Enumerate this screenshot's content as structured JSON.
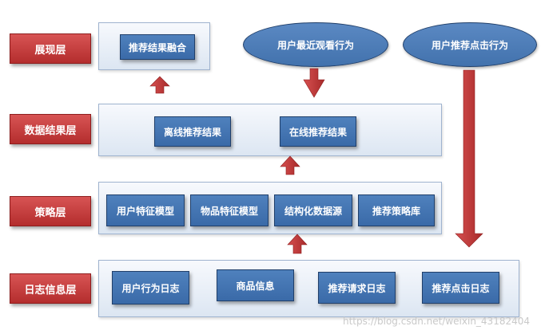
{
  "layers": {
    "display": "展现层",
    "data_result": "数据结果层",
    "strategy": "策略层",
    "log_info": "日志信息层"
  },
  "display_panel": {
    "fusion": "推荐结果融合"
  },
  "data_panel": {
    "offline": "离线推荐结果",
    "online": "在线推荐结果"
  },
  "strategy_panel": {
    "user_feature_model": "用户特征模型",
    "item_feature_model": "物品特征模型",
    "structured_source": "结构化数据源",
    "strategy_lib": "推荐策略库"
  },
  "log_panel": {
    "user_behavior_log": "用户行为日志",
    "product_info": "商品信息",
    "request_log": "推荐请求日志",
    "click_log": "推荐点击日志"
  },
  "ellipses": {
    "recent_view": "用户最近观看行为",
    "click_behavior": "用户推荐点击行为"
  },
  "watermark": "https://blog.csdn.net/weixin_43182404",
  "colors": {
    "layer_label": "#c0392b",
    "box": "#4f81bd",
    "panel": "#dce6f2",
    "arrow": "#c0393b"
  }
}
